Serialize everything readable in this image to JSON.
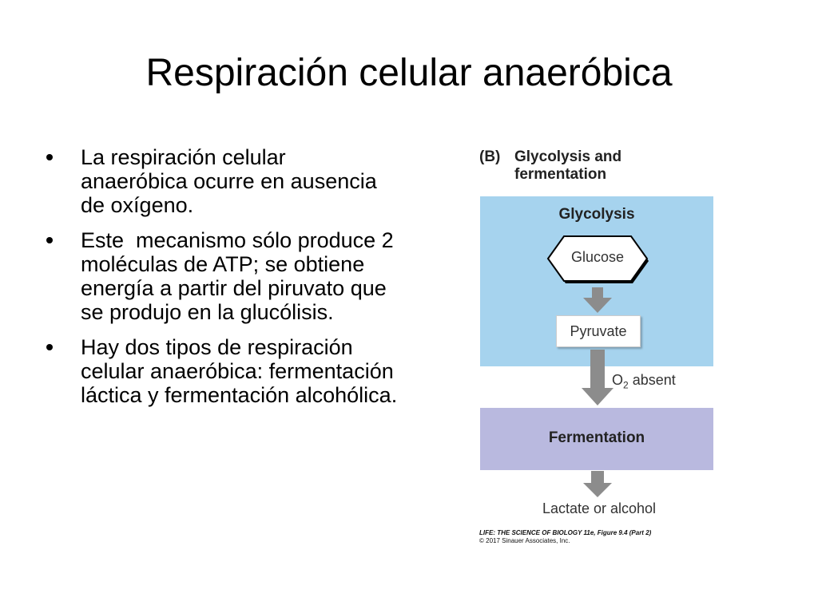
{
  "slide": {
    "title": "Respiración celular anaeróbica",
    "bullets": [
      "La respiración celular anaeróbica ocurre en ausencia de oxígeno.",
      "Este  mecanismo sólo produce 2 moléculas de ATP; se obtiene energía a partir del piruvato que se produjo en la glucólisis.",
      "Hay dos tipos de respiración celular anaeróbica: fermentación láctica y fermentación alcohólica."
    ]
  },
  "figure": {
    "panel_letter": "(B)",
    "panel_title_line1": "Glycolysis and",
    "panel_title_line2": "fermentation",
    "glycolysis_label": "Glycolysis",
    "glucose_label": "Glucose",
    "pyruvate_label": "Pyruvate",
    "o2_main": "O",
    "o2_sub": "2",
    "o2_rest": " absent",
    "fermentation_label": "Fermentation",
    "product_label": "Lactate or alcohol",
    "credit_line1": "LIFE: THE SCIENCE OF BIOLOGY 11e, Figure 9.4 (Part 2)",
    "credit_line2": "© 2017 Sinauer Associates, Inc.",
    "colors": {
      "glycolysis_bg": "#a6d3ee",
      "fermentation_bg": "#b9b9df",
      "arrow": "#8c8c8c"
    }
  }
}
